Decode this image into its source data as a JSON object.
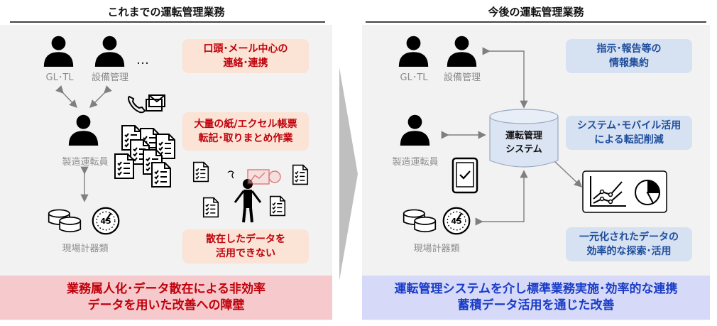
{
  "left": {
    "title": "これまでの運転管理業務",
    "labels": {
      "gl_tl": "GL･TL",
      "equipment": "設備管理",
      "ellipsis": "…",
      "operator": "製造運転員",
      "instruments": "現場計器類",
      "gauge_value": "45"
    },
    "callouts": [
      "口頭･メール中心の\n連絡･連携",
      "大量の紙/エクセル帳票\n転記･取りまとめ作業",
      "散在したデータを\n活用できない"
    ],
    "banner": "業務属人化･データ散在による非効率\nデータを用いた改善への障壁"
  },
  "right": {
    "title": "今後の運転管理業務",
    "labels": {
      "gl_tl": "GL･TL",
      "equipment": "設備管理",
      "operator": "製造運転員",
      "instruments": "現場計器類",
      "system": "運転管理\nシステム",
      "gauge_value": "45"
    },
    "callouts": [
      "指示･報告等の\n情報集約",
      "システム･モバイル活用\nによる転記削減",
      "一元化されたデータの\n効率的な探索･活用"
    ],
    "banner": "運転管理システムを介し標準業務実施･効率的な連携\n蓄積データ活用を通じた改善"
  },
  "colors": {
    "red_text": "#c0000b",
    "red_callout_bg": "#fbe3d6",
    "blue_text": "#1f4e9c",
    "blue_callout_bg": "#d6e1f2",
    "red_banner_bg": "#f6c9cc",
    "blue_banner_bg": "#d6d9f7",
    "panel_bg": "#f2f2f2",
    "icon": "#000000",
    "arrow_gray": "#bfbfbf",
    "db_fill": "#dbe4f2"
  },
  "icons": {
    "person": "person-icon",
    "phone": "phone-icon",
    "mail": "mail-icon",
    "document": "document-checklist-icon",
    "database": "database-icon",
    "gauge": "gauge-icon",
    "tablet": "tablet-icon",
    "line_chart": "line-chart-icon",
    "pie_chart": "pie-chart-icon",
    "confused_worker": "confused-person-icon",
    "transition": "chevron-right-arrow"
  }
}
